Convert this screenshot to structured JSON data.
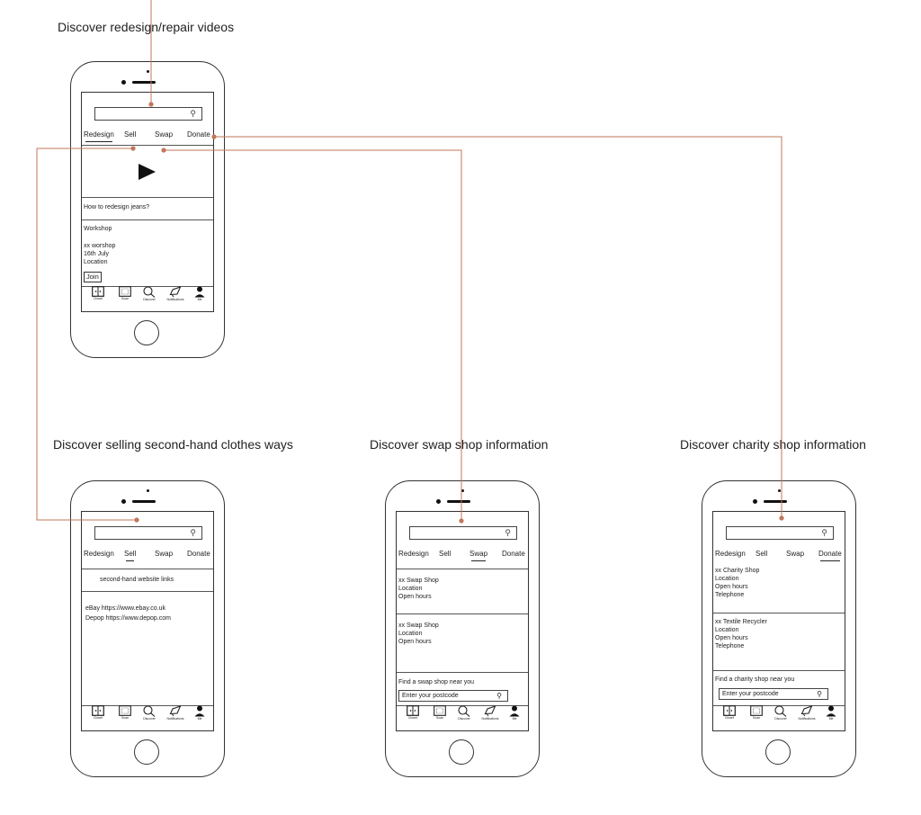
{
  "captions": {
    "top": "Discover redesign/repair videos",
    "sell": "Discover selling second-hand clothes ways",
    "swap": "Discover swap shop information",
    "donate": "Discover charity shop information"
  },
  "tabs": [
    "Redesign",
    "Sell",
    "Swap",
    "Donate"
  ],
  "nav": [
    "Closet",
    "Scan",
    "Discover",
    "Notifications",
    "Me"
  ],
  "phone_redesign": {
    "video_title": "How to redesign jeans?",
    "workshop_heading": "Workshop",
    "workshop_lines": "xx worshop\n16th July\nLocation",
    "join_label": "Join"
  },
  "phone_sell": {
    "links_heading": "second-hand website links",
    "ebay": "eBay  https://www.ebay.co.uk",
    "depop": "Depop  https://www.depop.com"
  },
  "phone_swap": {
    "shop1": "xx Swap Shop\nLocation\nOpen hours",
    "shop2": "xx Swap Shop\nLocation\nOpen hours",
    "find": "Find a swap shop near you",
    "postcode_placeholder": "Enter your postcode"
  },
  "phone_donate": {
    "shop1": "xx Charity Shop\nLocation\nOpen hours\nTelephone",
    "shop2": "xx Textile Recycler\nLocation\nOpen hours\nTelephone",
    "find": "Find a charity shop near you",
    "postcode_placeholder": "Enter your postcode"
  },
  "colors": {
    "connector": "#c0775a",
    "stroke": "#333333"
  }
}
